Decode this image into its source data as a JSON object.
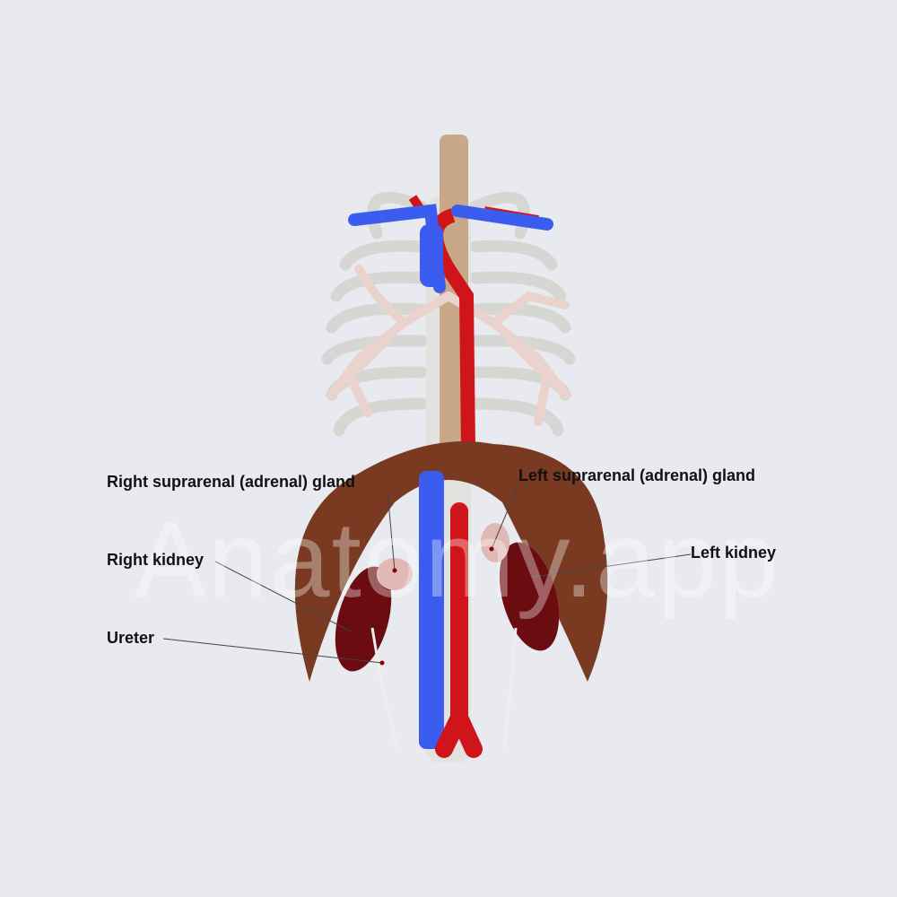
{
  "watermark": "Anatomy.app",
  "labels": {
    "right_suprarenal": "Right suprarenal (adrenal) gland",
    "left_suprarenal": "Left suprarenal (adrenal) gland",
    "right_kidney": "Right kidney",
    "left_kidney": "Left kidney",
    "ureter": "Ureter"
  },
  "colors": {
    "background": "#e8eaef",
    "artery": "#d0151a",
    "vein": "#3a5df0",
    "muscle": "#7a3a22",
    "kidney": "#6a0c10",
    "bone": "#dcdcd8",
    "bronchi": "#ead3cc"
  }
}
